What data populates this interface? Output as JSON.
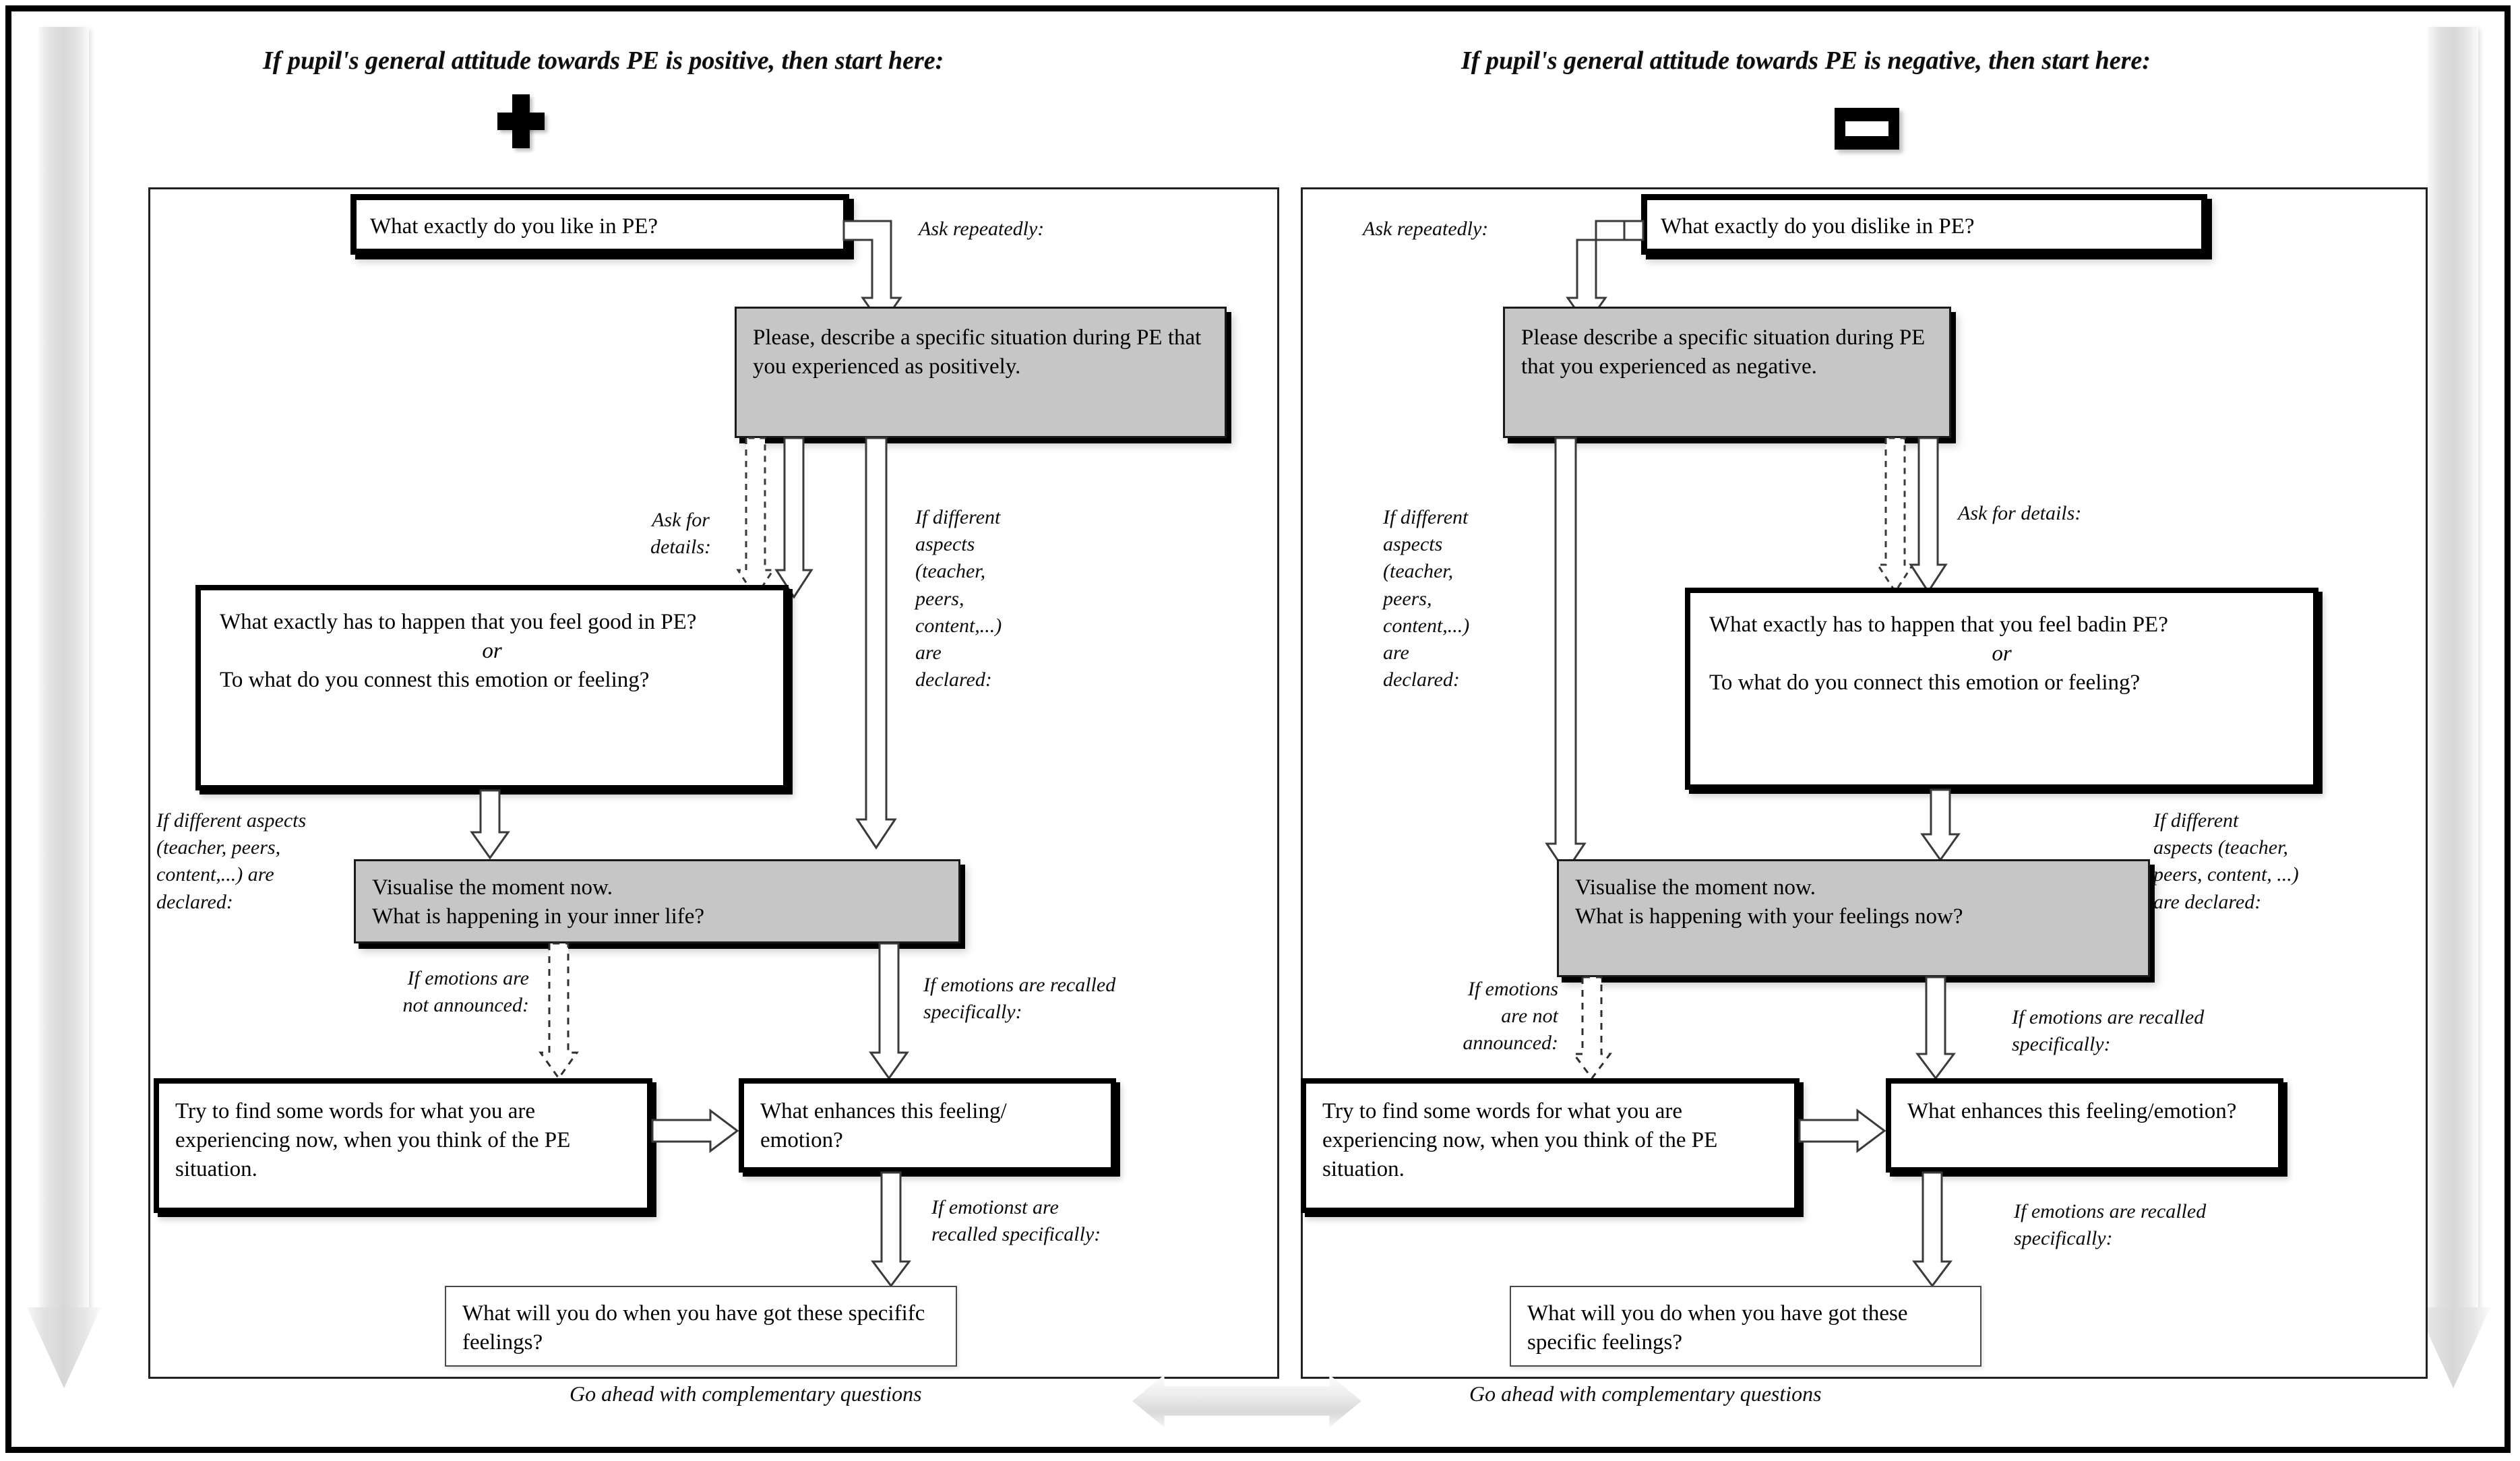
{
  "headers": {
    "left": "If pupil's general attitude towards PE is positive, then start here:",
    "right": "If pupil's general attitude towards PE is negative, then start here:",
    "left_icon": "plus-icon",
    "right_icon": "minus-icon"
  },
  "left_panel": {
    "nodes": {
      "start": "What exactly do you like in PE?",
      "describe": "Please, describe a specific situation during PE that you experienced as positively.",
      "feel": {
        "line1": "What exactly has to happen that you feel good in PE?",
        "or": "or",
        "line2": "To what do you connest this emotion or feeling?"
      },
      "visualise": "Visualise the moment now.\nWhat is happening in your inner life?",
      "words": "Try to find some words for what you are experiencing now, when you think of the PE situation.",
      "enhances": "What enhances this feeling/ emotion?",
      "final": "What will you do when you have got these specififc feelings?"
    },
    "labels": {
      "ask_repeatedly": "Ask repeatedly:",
      "ask_for_details": "Ask for\ndetails:",
      "aspects_vertical": "If different\naspects\n(teacher,\npeers,\ncontent,...)\nare\ndeclared:",
      "aspects_left": "If different aspects\n(teacher, peers,\ncontent,...) are\ndeclared:",
      "not_announced": "If emotions are\nnot announced:",
      "recalled": "If emotions are recalled\nspecifically:",
      "recalled2": "If emotionst are\nrecalled specifically:"
    },
    "footer": "Go ahead with complementary questions"
  },
  "right_panel": {
    "nodes": {
      "start": "What exactly do you dislike in PE?",
      "describe": "Please describe a specific situation during PE that you experienced as negative.",
      "feel": {
        "line1": "What exactly has to happen that you feel badin PE?",
        "or": "or",
        "line2": "To what do you connect this emotion or feeling?"
      },
      "visualise": "Visualise the moment now.\nWhat is happening with your feelings now?",
      "words": "Try to find some words for what you are experiencing now, when you think of the PE situation.",
      "enhances": "What enhances this feeling/emotion?",
      "final": "What will you do when you have got these specific feelings?"
    },
    "labels": {
      "ask_repeatedly": "Ask repeatedly:",
      "ask_for_details": "Ask for details:",
      "aspects_vertical": "If different\naspects\n(teacher,\npeers,\ncontent,...)\nare\ndeclared:",
      "aspects_right": "If different\naspects (teacher,\npeers, content, ...)\nare declared:",
      "not_announced": "If emotions\nare not\nannounced:",
      "recalled": "If emotions are recalled\nspecifically:",
      "recalled2": "If emotions are recalled\nspecifically:"
    },
    "footer": "Go ahead with complementary questions"
  },
  "colors": {
    "gray_fill": "#c6c6c6",
    "outline": "#000000",
    "edge_arrow": "#d7d7d7"
  }
}
